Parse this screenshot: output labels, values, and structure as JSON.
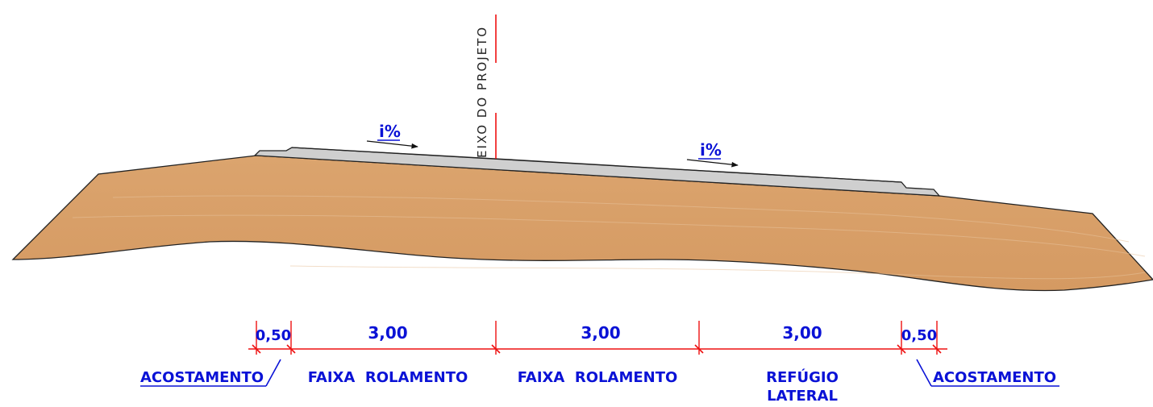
{
  "axis": {
    "label": "EIXO DO PROJETO",
    "color": "#ee1111"
  },
  "slopes": [
    {
      "label": "i%"
    },
    {
      "label": "i%"
    }
  ],
  "dimensions": [
    {
      "value": "0,50"
    },
    {
      "value": "3,00"
    },
    {
      "value": "3,00"
    },
    {
      "value": "3,00"
    },
    {
      "value": "0,50"
    }
  ],
  "labels": {
    "acostamento_left": "ACOSTAMENTO",
    "faixa_1": "FAIXA  ROLAMENTO",
    "faixa_2": "FAIXA  ROLAMENTO",
    "refugio_line1": "REFÚGIO",
    "refugio_line2": "LATERAL",
    "acostamento_right": "ACOSTAMENTO"
  },
  "colors": {
    "terrain": "#d9a06a",
    "pavement": "#cfcfcf",
    "text": "#0a12d6",
    "dimension": "#ee1111"
  }
}
